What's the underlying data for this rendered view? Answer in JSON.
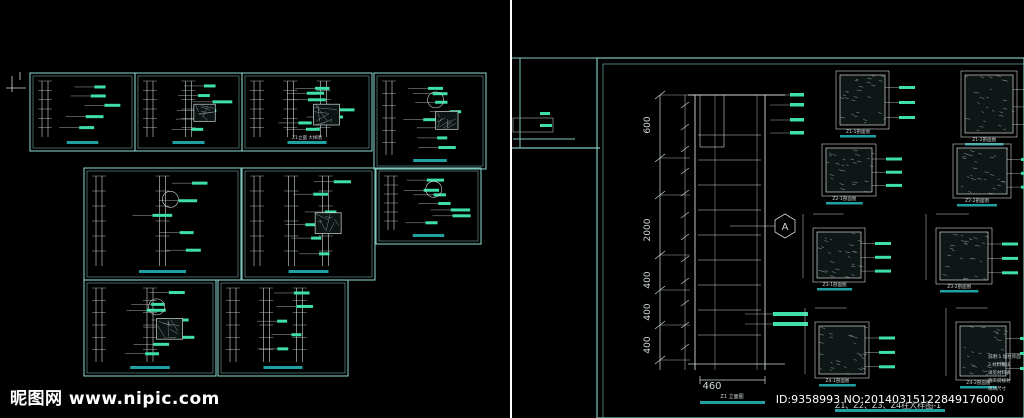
{
  "colors": {
    "background": "#000000",
    "frame": "#7fc8c0",
    "linework": "#cfd8d8",
    "accent": "#3fe0a8",
    "separator": "#ffffff",
    "title_bar": "#20a0a0"
  },
  "left_panel": {
    "sheet_titles": [
      "",
      "",
      "Z1立面 大样图",
      "",
      "",
      "",
      "",
      "",
      ""
    ]
  },
  "right_panel": {
    "elevation": {
      "dims": [
        "600",
        "2000",
        "400",
        "400",
        "400"
      ],
      "bottom_dim": "460",
      "label": "Z1 立面图",
      "callout": "A"
    },
    "details": [
      {
        "label": "Z1-1剖面图"
      },
      {
        "label": "Z1-2剖面图"
      },
      {
        "label": "Z2-1剖面图"
      },
      {
        "label": "Z2-2剖面图"
      },
      {
        "label": "Z3-1剖面图"
      },
      {
        "label": "Z3-2剖面图"
      },
      {
        "label": "Z4-1剖面图"
      },
      {
        "label": "Z4-2剖面图"
      }
    ],
    "title_text": "Z1、Z2、Z3、Z4柱大样图-1",
    "notes": [
      "说明:1.墙柱饰面",
      "2.材料做法",
      "详见材料表",
      "施工前核对",
      "现场尺寸"
    ]
  },
  "watermark": {
    "site": "昵图网 www.nipic.com",
    "id": "ID:9358993 NO:20140315122849176000"
  }
}
